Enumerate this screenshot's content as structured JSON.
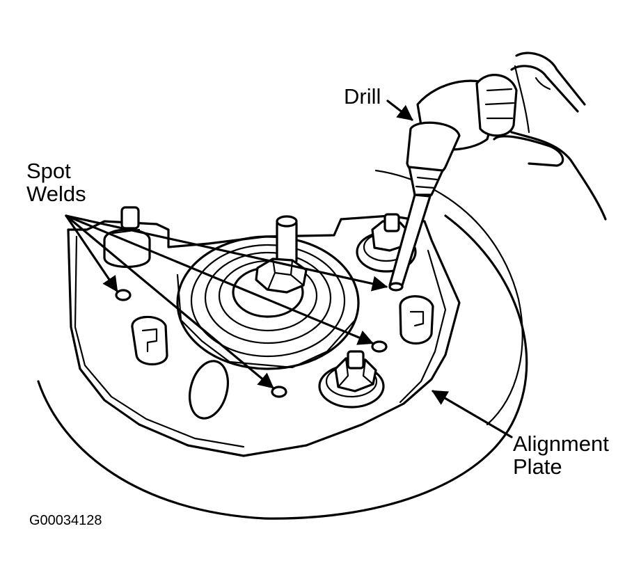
{
  "labels": {
    "drill": "Drill",
    "spot_welds_line1": "Spot",
    "spot_welds_line2": "Welds",
    "alignment_plate_line1": "Alignment",
    "alignment_plate_line2": "Plate"
  },
  "figure_code": "G00034128",
  "colors": {
    "ink": "#000000",
    "paper": "#ffffff"
  }
}
